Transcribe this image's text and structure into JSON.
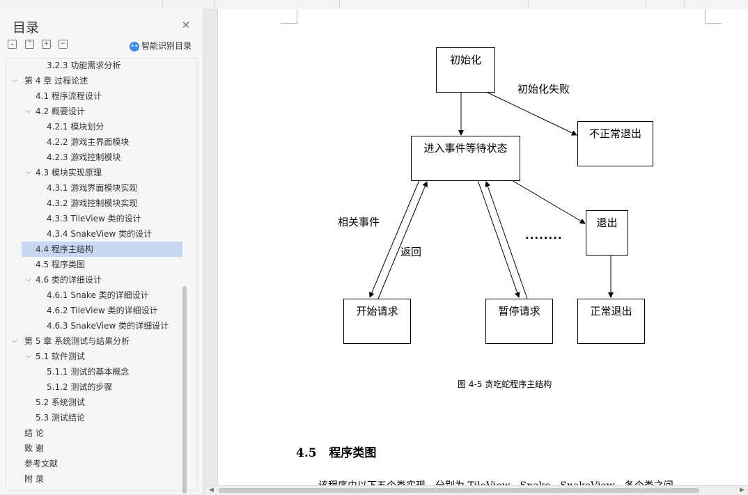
{
  "toc": {
    "title": "目录",
    "smart_label": "智能识别目录",
    "items": [
      {
        "chev": "",
        "text": "3.2.3 功能需求分析"
      },
      {
        "chev": "v",
        "text": "第 4 章 过程论述"
      },
      {
        "chev": "",
        "text": "4.1 程序流程设计"
      },
      {
        "chev": "v",
        "text": "4.2 概要设计"
      },
      {
        "chev": "",
        "text": "4.2.1 模块划分"
      },
      {
        "chev": "",
        "text": "4.2.2 游戏主界面模块"
      },
      {
        "chev": "",
        "text": "4.2.3 游戏控制模块"
      },
      {
        "chev": "v",
        "text": "4.3 模块实现原理"
      },
      {
        "chev": "",
        "text": "4.3.1 游戏界面模块实现"
      },
      {
        "chev": "",
        "text": "4.3.2 游戏控制模块实现"
      },
      {
        "chev": "",
        "text": "4.3.3 TileView 类的设计"
      },
      {
        "chev": "",
        "text": "4.3.4 SnakeView 类的设计"
      },
      {
        "chev": "",
        "text": "4.4 程序主结构"
      },
      {
        "chev": "",
        "text": "4.5 程序类图"
      },
      {
        "chev": "v",
        "text": "4.6 类的详细设计"
      },
      {
        "chev": "",
        "text": "4.6.1 Snake 类的详细设计"
      },
      {
        "chev": "",
        "text": "4.6.2 TileView 类的详细设计"
      },
      {
        "chev": "",
        "text": "4.6.3 SnakeView 类的详细设计"
      },
      {
        "chev": "v",
        "text": "第 5 章 系统测试与结果分析"
      },
      {
        "chev": "v",
        "text": "5.1 软件测试"
      },
      {
        "chev": "",
        "text": "5.1.1 测试的基本概念"
      },
      {
        "chev": "",
        "text": "5.1.2 测试的步骤"
      },
      {
        "chev": "",
        "text": "5.2 系统测试"
      },
      {
        "chev": "",
        "text": "5.3 测试结论"
      },
      {
        "chev": "",
        "text": "结 论"
      },
      {
        "chev": "",
        "text": "致 谢"
      },
      {
        "chev": "",
        "text": "参考文献"
      },
      {
        "chev": "",
        "text": "附 录"
      }
    ],
    "selected_index": 12
  },
  "diagram": {
    "init": "初始化",
    "init_fail": "初始化失败",
    "abnormal_exit": "不正常退出",
    "wait_state": "进入事件等待状态",
    "related_event": "相关事件",
    "return": "返回",
    "ellipsis": "········",
    "exit": "退出",
    "start_request": "开始请求",
    "pause_request": "暂停请求",
    "normal_exit": "正常退出"
  },
  "caption": "图 4-5 贪吃蛇程序主结构",
  "section": {
    "number": "4.5",
    "title": "程序类图"
  },
  "paragraph": "该程序由以下五个类实现，分别为 TileView、Snake、SnakeView，各个类之间"
}
